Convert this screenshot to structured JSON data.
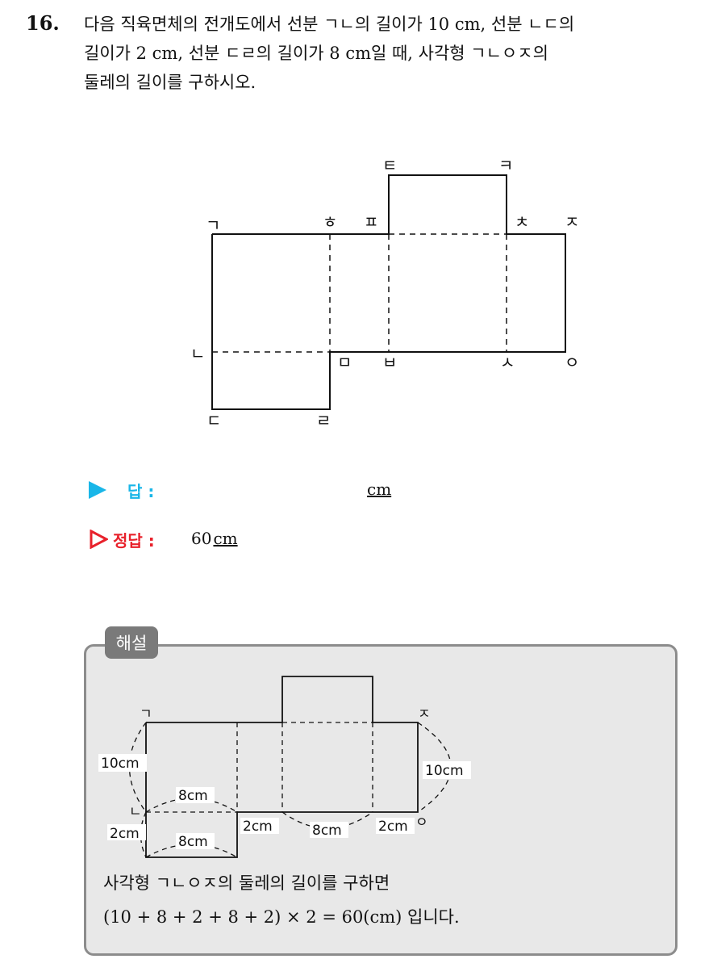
{
  "question": {
    "number": "16.",
    "lines": [
      "다음 직육면체의 전개도에서 선분 ㄱㄴ의 길이가 10 cm, 선분 ㄴㄷ의",
      "길이가 2 cm, 선분 ㄷㄹ의 길이가 8 cm일 때, 사각형 ㄱㄴㅇㅈ의",
      "둘레의 길이를 구하시오."
    ]
  },
  "net_labels": {
    "g": "ㄱ",
    "n": "ㄴ",
    "d": "ㄷ",
    "r": "ㄹ",
    "m": "ㅁ",
    "b": "ㅂ",
    "s": "ㅅ",
    "o": "ㅇ",
    "j": "ㅈ",
    "ch": "ㅊ",
    "k": "ㅋ",
    "t": "ㅌ",
    "p": "ㅍ",
    "h": "ㅎ"
  },
  "answer": {
    "label": "답 :",
    "unit": "cm",
    "correct_label": "정답 :",
    "correct_value": "60",
    "correct_unit": "cm"
  },
  "solution": {
    "tab": "해설",
    "diagram_labels": {
      "g": "ㄱ",
      "n": "ㄴ",
      "j": "ㅈ",
      "o": "ㅇ",
      "len_left": "10cm",
      "len_right": "10cm",
      "top_8": "8cm",
      "bottom_8": "8cm",
      "mid_8": "8cm",
      "left_2": "2cm",
      "mid_2a": "2cm",
      "mid_2b": "2cm"
    },
    "line1": "사각형 ㄱㄴㅇㅈ의 둘레의 길이를 구하면",
    "line2": "(10 + 8 + 2 + 8 + 2) × 2 = 60(cm) 입니다."
  },
  "colors": {
    "answer_blue": "#19b6e8",
    "answer_red": "#e8212b",
    "box_border": "#8c8c8c",
    "box_fill": "#e8e8e8"
  }
}
